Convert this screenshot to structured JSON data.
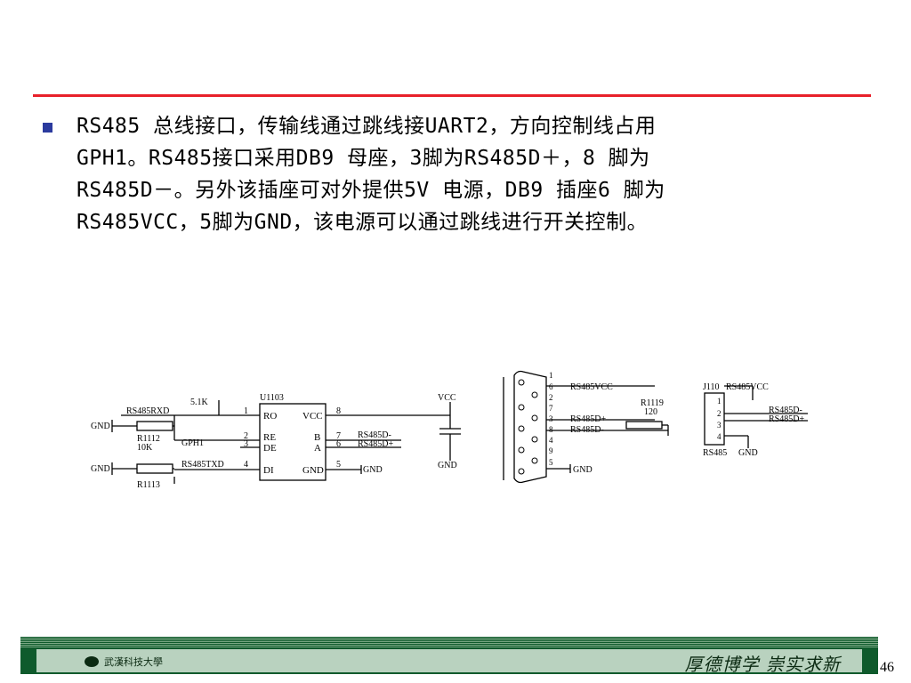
{
  "slide": {
    "paragraph": "RS485 总线接口，传输线通过跳线接UART2，方向控制线占用GPH1。RS485接口采用DB9 母座，3脚为RS485D＋，8 脚为RS485D－。另外该插座可对外提供5V 电源，DB9 插座6 脚为RS485VCC，5脚为GND，该电源可以通过跳线进行开关控制。",
    "page_number": "46"
  },
  "schematic": {
    "u1": {
      "ref": "U1103",
      "pins_left": [
        {
          "num": "1",
          "name": "RO"
        },
        {
          "num": "2",
          "name": "RE"
        },
        {
          "num": "3",
          "name": "DE"
        },
        {
          "num": "4",
          "name": "DI"
        }
      ],
      "pins_right": [
        {
          "num": "8",
          "name": "VCC"
        },
        {
          "num": "7",
          "name": "B"
        },
        {
          "num": "6",
          "name": "A"
        },
        {
          "num": "5",
          "name": "GND"
        }
      ]
    },
    "labels": {
      "r_top_value": "5.1K",
      "rxd": "RS485RXD",
      "r1112": "R1112",
      "r1112_val": "10K",
      "gph1": "GPH1",
      "txd": "RS485TXD",
      "r1113": "R1113",
      "gnd": "GND",
      "vcc": "VCC",
      "d_minus": "RS485D-",
      "d_plus": "RS485D+",
      "rs485vcc": "RS485VCC",
      "r1119": "R1119",
      "r1119_val": "120",
      "j110": "J110",
      "rs485": "RS485"
    },
    "db9_pins": [
      "1",
      "6",
      "2",
      "7",
      "3",
      "8",
      "4",
      "9",
      "5"
    ],
    "j110_pins": [
      "1",
      "2",
      "3",
      "4"
    ]
  },
  "footer": {
    "logo_text": "武漢科技大學",
    "motto": "厚德博学  崇实求新"
  }
}
